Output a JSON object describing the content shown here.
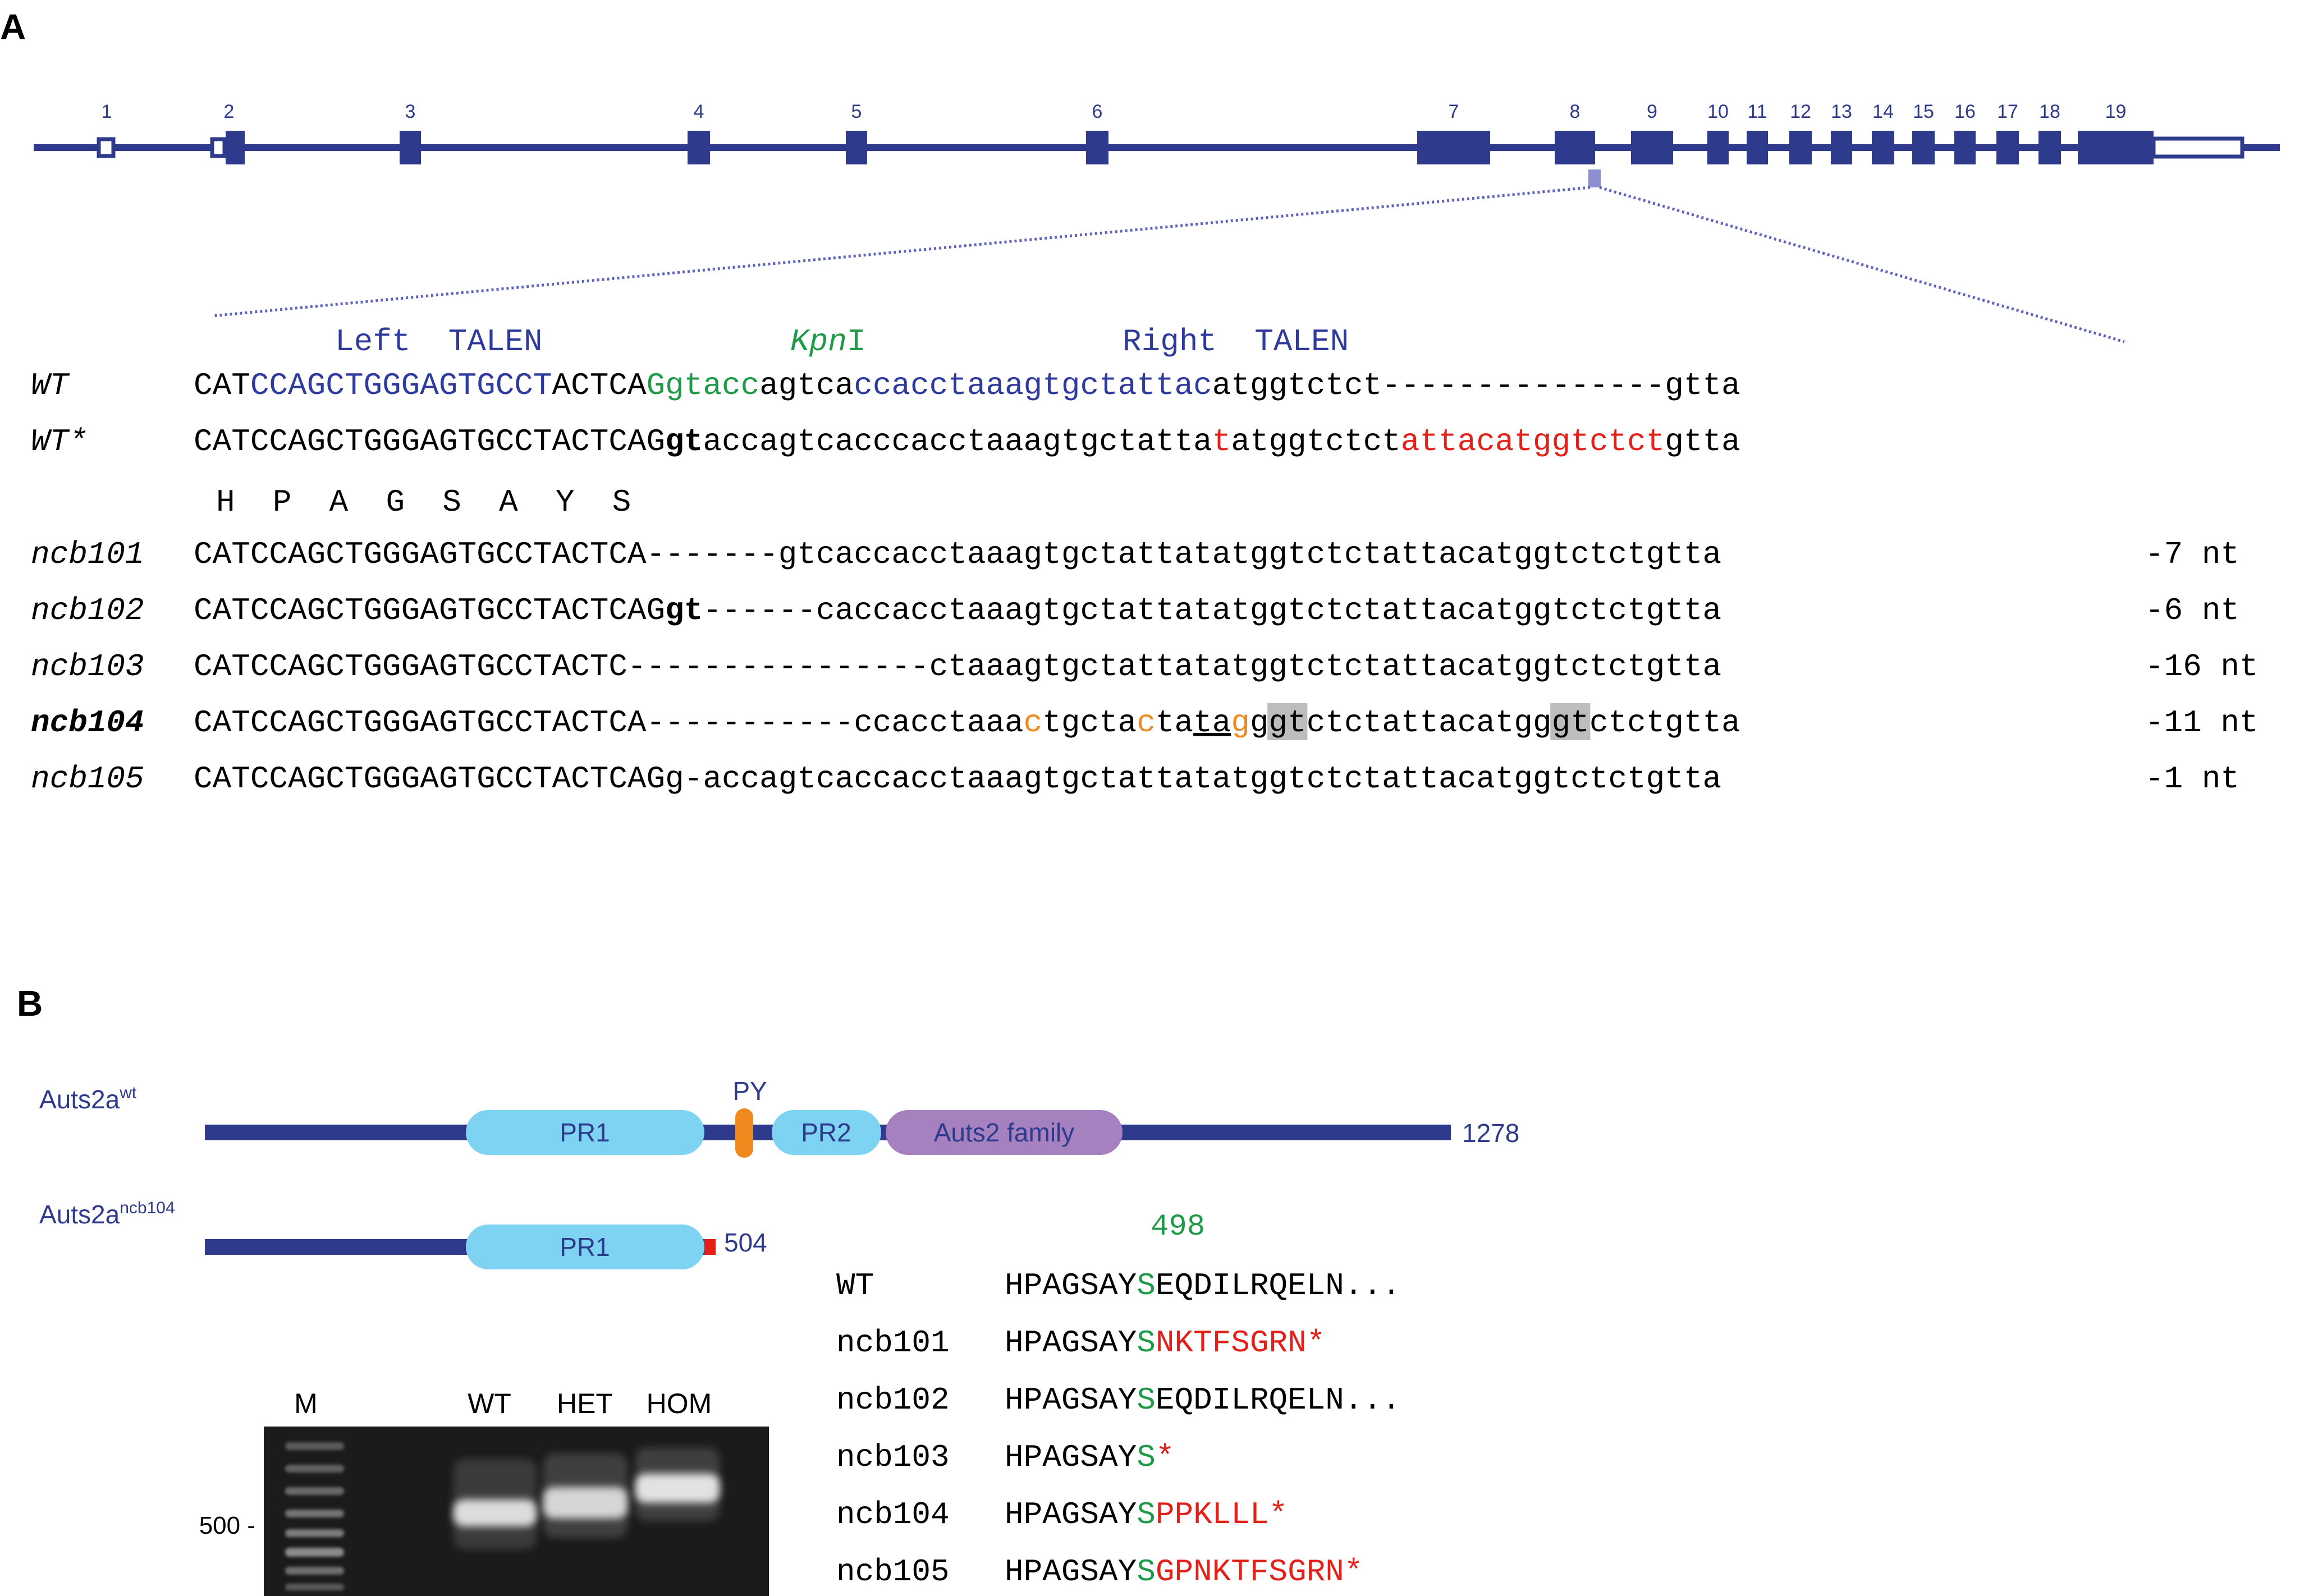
{
  "panel_a": {
    "label": "A",
    "exon_numbers": [
      "1",
      "2",
      "3",
      "4",
      "5",
      "6",
      "7",
      "8",
      "9",
      "10",
      "11",
      "12",
      "13",
      "14",
      "15",
      "16",
      "17",
      "18",
      "19"
    ],
    "annotations": {
      "left_talen": "Left  TALEN",
      "kpn_italic": "Kpn",
      "kpn_roman": "I",
      "right_talen": "Right  TALEN"
    },
    "rows": [
      {
        "label": "WT",
        "label_bold": false,
        "segments": [
          {
            "t": "CAT",
            "c": "#000000"
          },
          {
            "t": "CCAGCTGGGAGTGCCT",
            "c": "#2e3a9c"
          },
          {
            "t": "ACTCA",
            "c": "#000000"
          },
          {
            "t": "Ggtacc",
            "c": "#1f9a48"
          },
          {
            "t": "agtca",
            "c": "#000000"
          },
          {
            "t": "ccacctaaagtgctattac",
            "c": "#2e3a9c"
          },
          {
            "t": "atggtctct---------------gtta",
            "c": "#000000"
          }
        ],
        "note": ""
      },
      {
        "label": "WT*",
        "label_bold": false,
        "segments": [
          {
            "t": "CATCCAGCTGGGAGTGCCTACTCAG",
            "c": "#000000"
          },
          {
            "t": "gt",
            "c": "#000000",
            "b": true
          },
          {
            "t": "accagtcacccacctaaagtgctatta",
            "c": "#000000"
          },
          {
            "t": "t",
            "c": "#e32119"
          },
          {
            "t": "atggtctct",
            "c": "#000000"
          },
          {
            "t": "attacatggtctct",
            "c": "#e32119"
          },
          {
            "t": "gtta",
            "c": "#000000"
          }
        ],
        "note": ""
      },
      {
        "label": "ncb101",
        "label_bold": false,
        "segments": [
          {
            "t": "CATCCAGCTGGGAGTGCCTACTCA-------gtcaccacctaaagtgctattatatggtctctattacatggtctctgtta",
            "c": "#000000"
          }
        ],
        "note": "-7 nt"
      },
      {
        "label": "ncb102",
        "label_bold": false,
        "segments": [
          {
            "t": "CATCCAGCTGGGAGTGCCTACTCAG",
            "c": "#000000"
          },
          {
            "t": "gt",
            "c": "#000000",
            "b": true
          },
          {
            "t": "------caccacctaaagtgctattatatggtctctattacatggtctctgtta",
            "c": "#000000"
          }
        ],
        "note": "-6 nt"
      },
      {
        "label": "ncb103",
        "label_bold": false,
        "segments": [
          {
            "t": "CATCCAGCTGGGAGTGCCTACTC----------------ctaaagtgctattatatggtctctattacatggtctctgtta",
            "c": "#000000"
          }
        ],
        "note": "-16 nt"
      },
      {
        "label": "ncb104",
        "label_bold": true,
        "segments": [
          {
            "t": "CATCCAGCTGGGAGTGCCTACTCA-----------ccacctaaa",
            "c": "#000000"
          },
          {
            "t": "c",
            "c": "#f08a1e"
          },
          {
            "t": "tgcta",
            "c": "#000000"
          },
          {
            "t": "c",
            "c": "#f08a1e"
          },
          {
            "t": "ta",
            "c": "#000000"
          },
          {
            "t": "ta",
            "c": "#000000",
            "u": true
          },
          {
            "t": "g",
            "c": "#f08a1e",
            "u": true
          },
          {
            "t": "g",
            "c": "#000000"
          },
          {
            "t": "gt",
            "c": "#000000",
            "hl": true
          },
          {
            "t": "ctctattacatgg",
            "c": "#000000"
          },
          {
            "t": "gt",
            "c": "#000000",
            "hl": true
          },
          {
            "t": "ctctgtta",
            "c": "#000000"
          }
        ],
        "note": "-11 nt"
      },
      {
        "label": "ncb105",
        "label_bold": false,
        "segments": [
          {
            "t": "CATCCAGCTGGGAGTGCCTACTCAGg-accagtcaccacctaaagtgctattatatggtctctattacatggtctctgtta",
            "c": "#000000"
          }
        ],
        "note": "-1 nt"
      }
    ],
    "translation": "H  P  A  G  S  A  Y  S"
  },
  "panel_b": {
    "label": "B",
    "proteins": {
      "wt_name": "Auts2a",
      "wt_sup": "wt",
      "wt_length": "1278",
      "mut_name": "Auts2a",
      "mut_sup": "ncb104",
      "mut_length": "504",
      "domains": {
        "pr1": "PR1",
        "py": "PY",
        "pr2": "PR2",
        "family": "Auts2 family"
      }
    },
    "gel": {
      "lanes": [
        "M",
        "WT",
        "HET",
        "HOM"
      ],
      "marker_label": "500 -"
    },
    "alignment": {
      "position": "498",
      "rows": [
        {
          "name": "WT",
          "prefix": "HPAGSAY",
          "site": "S",
          "tail": "EQDILRQELN...",
          "tail_red": false
        },
        {
          "name": "ncb101",
          "prefix": "HPAGSAY",
          "site": "S",
          "tail": "NKTFSGRN*",
          "tail_red": true
        },
        {
          "name": "ncb102",
          "prefix": "HPAGSAY",
          "site": "S",
          "tail": "EQDILRQELN...",
          "tail_red": false
        },
        {
          "name": "ncb103",
          "prefix": "HPAGSAY",
          "site": "S",
          "tail": "*",
          "tail_red": true
        },
        {
          "name": "ncb104",
          "prefix": "HPAGSAY",
          "site": "S",
          "tail": "PPKLLL*",
          "tail_red": true
        },
        {
          "name": "ncb105",
          "prefix": "HPAGSAY",
          "site": "S",
          "tail": "GPNKTFSGRN*",
          "tail_red": true
        }
      ]
    }
  },
  "colors": {
    "navy": "#2e3a8c",
    "talen_blue": "#2e3a9c",
    "kpn_green": "#1f9a48",
    "red": "#e32119",
    "orange": "#f08a1e",
    "light_blue_domain": "#7fd3f2",
    "purple_domain": "#a681c0",
    "gel_bg": "#1b1b1b"
  }
}
